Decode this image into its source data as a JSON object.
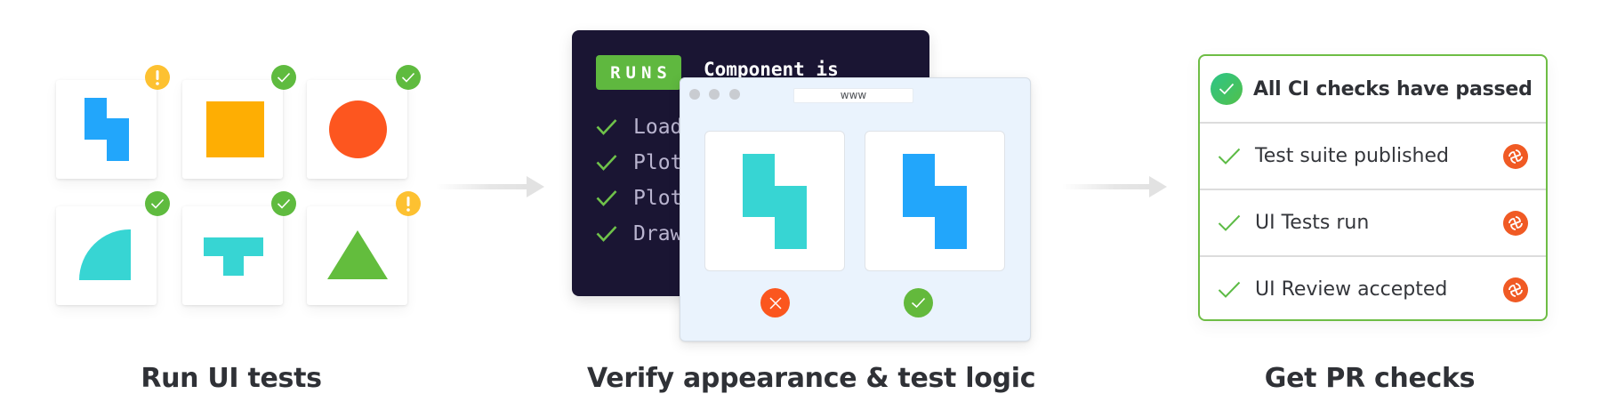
{
  "steps": [
    {
      "label": "Run UI tests"
    },
    {
      "label": "Verify appearance & test logic"
    },
    {
      "label": "Get PR checks"
    }
  ],
  "colors": {
    "blue": "#22a6fb",
    "orange": "#feae03",
    "red": "#fd561f",
    "teal": "#37d5d3",
    "green": "#63bd3d",
    "ok_badge": "#5fbb3f",
    "warn_badge": "#fdc131",
    "terminal_bg": "#1a1533",
    "ci_border": "#6ebd45",
    "chromatic": "#f05a24"
  },
  "tiles": [
    {
      "shape": "z-tetromino",
      "color": "blue",
      "status": "warning"
    },
    {
      "shape": "square",
      "color": "orange",
      "status": "passed"
    },
    {
      "shape": "circle",
      "color": "red",
      "status": "passed"
    },
    {
      "shape": "quarter-circle",
      "color": "teal",
      "status": "passed"
    },
    {
      "shape": "t-tetromino",
      "color": "teal",
      "status": "passed"
    },
    {
      "shape": "triangle",
      "color": "green",
      "status": "warning"
    }
  ],
  "terminal": {
    "badge": "RUNS",
    "title": "Component is",
    "lines": [
      {
        "text": "Load",
        "status": "passed"
      },
      {
        "text": "Plot",
        "status": "passed"
      },
      {
        "text": "Plot",
        "status": "passed"
      },
      {
        "text": "Draw",
        "status": "passed"
      }
    ]
  },
  "browser": {
    "url": "www",
    "snapshots": [
      {
        "shape": "z-tetromino",
        "color": "teal",
        "status": "failed"
      },
      {
        "shape": "z-tetromino",
        "color": "blue",
        "status": "passed"
      }
    ]
  },
  "ci": {
    "header": "All CI checks have passed",
    "checks": [
      {
        "label": "Test suite published",
        "icon": "chromatic-icon"
      },
      {
        "label": "UI Tests run",
        "icon": "chromatic-icon"
      },
      {
        "label": "UI Review accepted",
        "icon": "chromatic-icon"
      }
    ]
  }
}
